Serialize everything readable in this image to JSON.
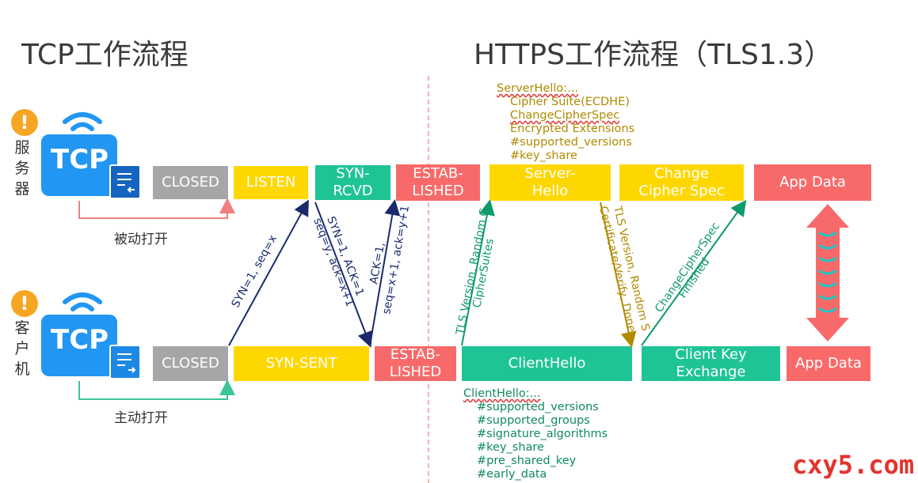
{
  "titles": {
    "tcp": "TCP工作流程",
    "https": "HTTPS工作流程（TLS1.3）"
  },
  "server": {
    "label": "服\n务\n器",
    "logo_text": "TCP",
    "open_label": "被动打开",
    "states": [
      "CLOSED",
      "LISTEN",
      "SYN-\nRCVD",
      "ESTAB-\nLISHED",
      "Server-\nHello",
      "Change\nCipher Spec",
      "App Data"
    ]
  },
  "client": {
    "label": "客\n户\n机",
    "logo_text": "TCP",
    "open_label": "主动打开",
    "states": [
      "CLOSED",
      "SYN-SENT",
      "ESTAB-\nLISHED",
      "ClientHello",
      "Client Key\nExchange",
      "App Data"
    ]
  },
  "messages": {
    "syn": "SYN=1, seq=x",
    "synack_1": "SYN=1, ACK=1",
    "synack_2": "seq=y, ack=x+1",
    "ack_1": "ACK=1,",
    "ack_2": "seq=x+1, ack=y+1",
    "clienthello_1": "TLS Version, Random C",
    "clienthello_2": "CipherSuites",
    "serverhello_1": "TLS Version, Random S",
    "serverhello_2": "Certificate/Verify, Done",
    "ccs_1": "ChangeCipherSpec",
    "ccs_2": "Finished"
  },
  "server_hello_list": [
    "ServerHello:...",
    "Cipher Suite(ECDHE)",
    "ChangeCipherSpec",
    "Encrypted Extensions",
    "#supported_versions",
    "#key_share"
  ],
  "client_hello_list": [
    "ClientHello:...",
    "#supported_versions",
    "#supported_groups",
    "#signature_algorithms",
    "#key_share",
    "#pre_shared_key",
    "#early_data"
  ],
  "watermark": "cxy5.com",
  "colors": {
    "gray": "#a6a6a6",
    "yellow": "#ffd700",
    "green": "#1fc496",
    "red": "#f86a6a",
    "arrow_navy": "#1a2a6c",
    "arrow_green": "#0f9a6a",
    "arrow_gold": "#b08a00",
    "open_arrow_red": "#f08080",
    "open_arrow_green": "#3cc49a",
    "divider": "#f08080"
  }
}
